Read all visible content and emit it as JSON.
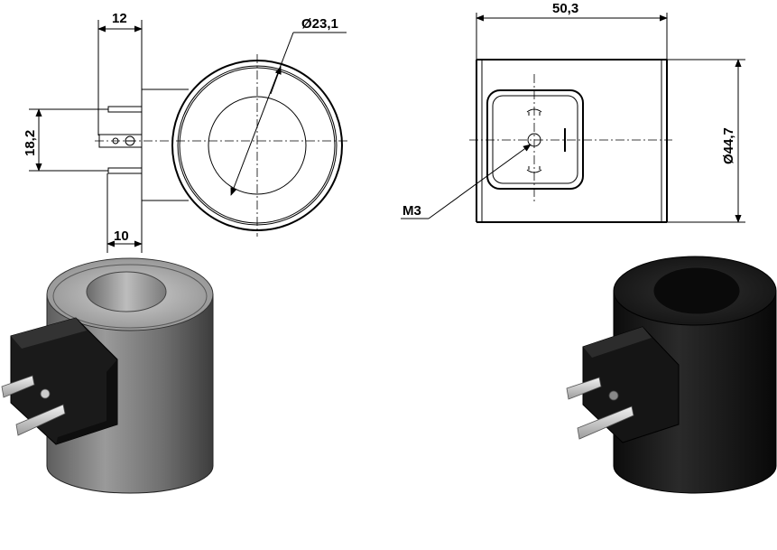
{
  "dimensions": {
    "top_width": "12",
    "left_height": "18,2",
    "bottom_width": "10",
    "bore_diameter": "Ø23,1",
    "length": "50,3",
    "outer_diameter": "Ø44,7",
    "thread": "M3"
  },
  "colors": {
    "line": "#000000",
    "metal_body": "#8a8a8a",
    "black_body": "#1a1a1a",
    "connector": "#1c1c1c",
    "pins": "#d0d0d0"
  },
  "views": [
    "front-view-drawing",
    "side-view-drawing",
    "zinc-coil-render",
    "black-coil-render"
  ]
}
